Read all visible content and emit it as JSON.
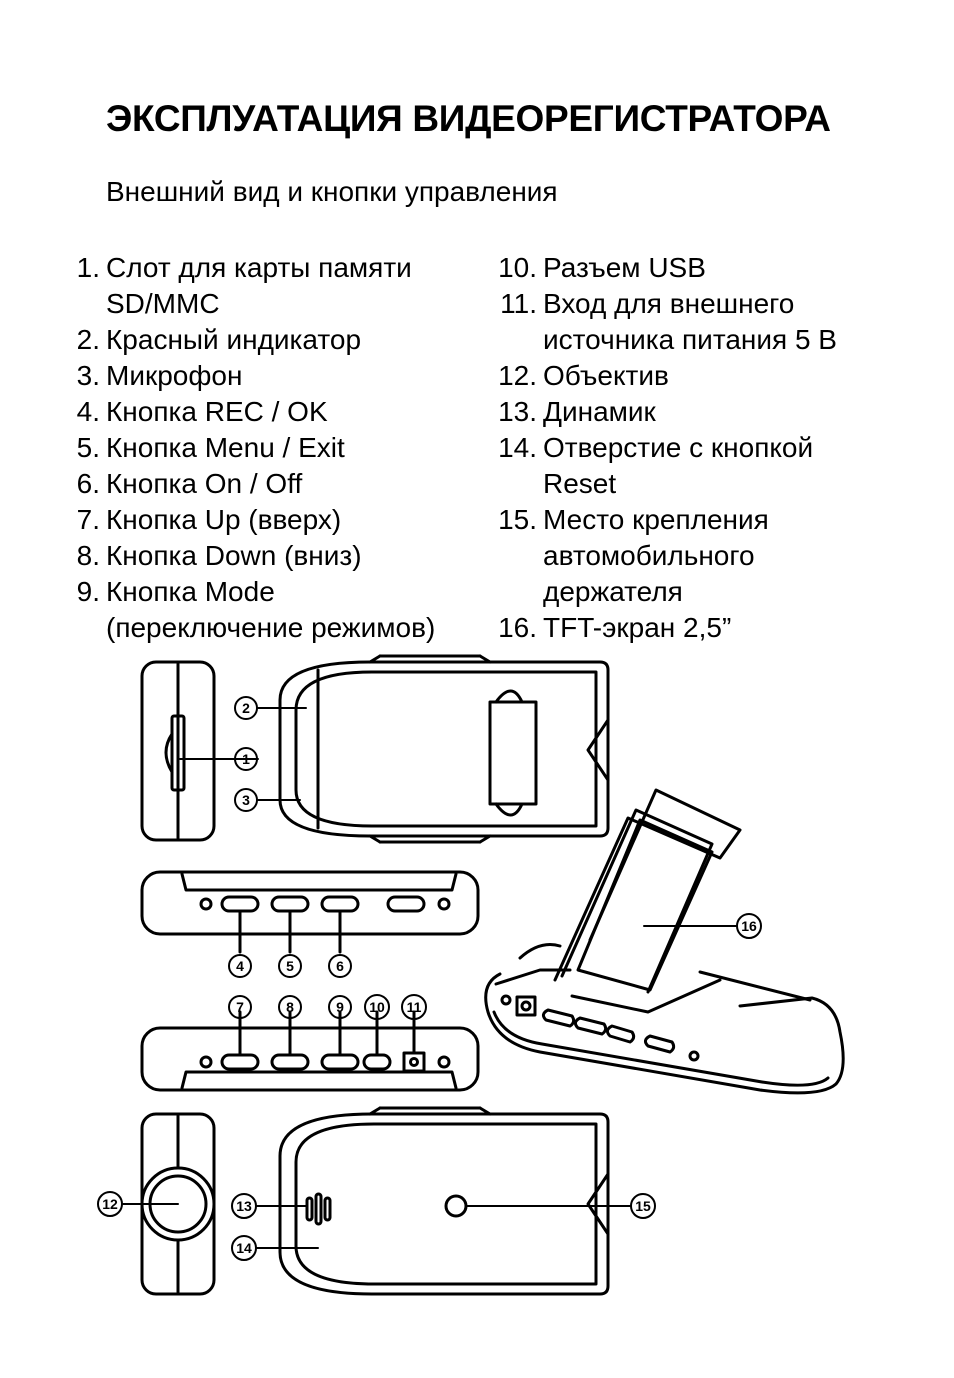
{
  "title": "ЭКСПЛУАТАЦИЯ ВИДЕОРЕГИСТРАТОРА",
  "subtitle": "Внешний вид и кнопки управления",
  "parts_left": [
    {
      "num": "1.",
      "lines": [
        "Слот для карты памяти",
        "SD/MMC"
      ]
    },
    {
      "num": "2.",
      "lines": [
        "Красный индикатор"
      ]
    },
    {
      "num": "3.",
      "lines": [
        "Микрофон"
      ]
    },
    {
      "num": "4.",
      "lines": [
        "Кнопка REC / OK"
      ]
    },
    {
      "num": "5.",
      "lines": [
        "Кнопка Menu / Exit"
      ]
    },
    {
      "num": "6.",
      "lines": [
        "Кнопка On / Off"
      ]
    },
    {
      "num": "7.",
      "lines": [
        "Кнопка Up (вверх)"
      ]
    },
    {
      "num": "8.",
      "lines": [
        "Кнопка Down (вниз)"
      ]
    },
    {
      "num": "9.",
      "lines": [
        "Кнопка Mode",
        "(переключение режимов)"
      ]
    }
  ],
  "parts_right": [
    {
      "num": "10.",
      "lines": [
        "Разъем USB"
      ]
    },
    {
      "num": "11.",
      "lines": [
        "Вход для внешнего",
        "источника питания 5 В"
      ]
    },
    {
      "num": "12.",
      "lines": [
        "Объектив"
      ]
    },
    {
      "num": "13.",
      "lines": [
        "Динамик"
      ]
    },
    {
      "num": "14.",
      "lines": [
        "Отверстие с кнопкой",
        "Reset"
      ]
    },
    {
      "num": "15.",
      "lines": [
        "Место крепления",
        "автомобильного",
        "держателя"
      ]
    },
    {
      "num": "16.",
      "lines": [
        "TFT-экран 2,5”"
      ]
    }
  ],
  "callouts": [
    "1",
    "2",
    "3",
    "4",
    "5",
    "6",
    "7",
    "8",
    "9",
    "10",
    "11",
    "12",
    "13",
    "14",
    "15",
    "16"
  ]
}
